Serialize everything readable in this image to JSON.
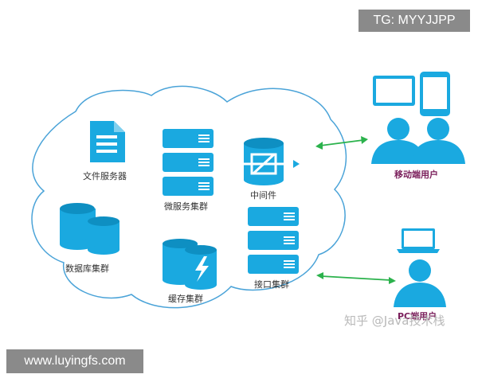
{
  "labels": {
    "file_server": "文件服务器",
    "microservice_cluster": "微服务集群",
    "middleware": "中间件",
    "database_cluster": "数据库集群",
    "cache_cluster": "缓存集群",
    "api_cluster": "接口集群",
    "mobile_users": "移动端用户",
    "pc_users": "PC端用户"
  },
  "overlays": {
    "tg_badge": "TG: MYYJJPP",
    "url_badge": "www.luyingfs.com",
    "watermark": "知乎 @Java技术栈"
  },
  "colors": {
    "primary": "#1aa9e0",
    "cloud_outline": "#4aa3d8",
    "arrow": "#2bb24c",
    "mobile_label": "#7a1e5b",
    "badge_bg": "#8a8a8a"
  }
}
